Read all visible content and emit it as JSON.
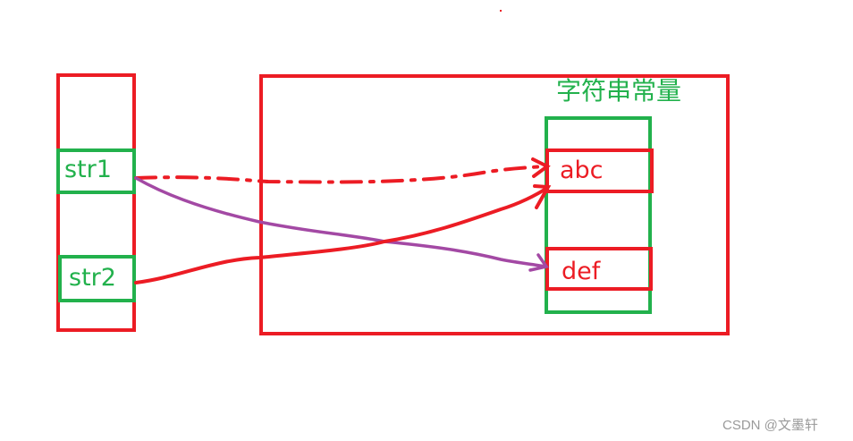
{
  "stack": {
    "vars": [
      {
        "name": "str1"
      },
      {
        "name": "str2"
      }
    ]
  },
  "heap": {
    "pool_title": "字符串常量",
    "constants": [
      {
        "value": "abc"
      },
      {
        "value": "def"
      }
    ]
  },
  "arrows": [
    {
      "from": "str1",
      "to": "abc",
      "style": "dashed",
      "color": "#ec1c24"
    },
    {
      "from": "str1",
      "to": "def",
      "style": "solid",
      "color": "#a349a4"
    },
    {
      "from": "str2",
      "to": "abc",
      "style": "solid",
      "color": "#ec1c24"
    }
  ],
  "colors": {
    "red": "#ec1c24",
    "green": "#22b14c",
    "purple": "#a349a4"
  },
  "watermark": "CSDN @文墨轩"
}
